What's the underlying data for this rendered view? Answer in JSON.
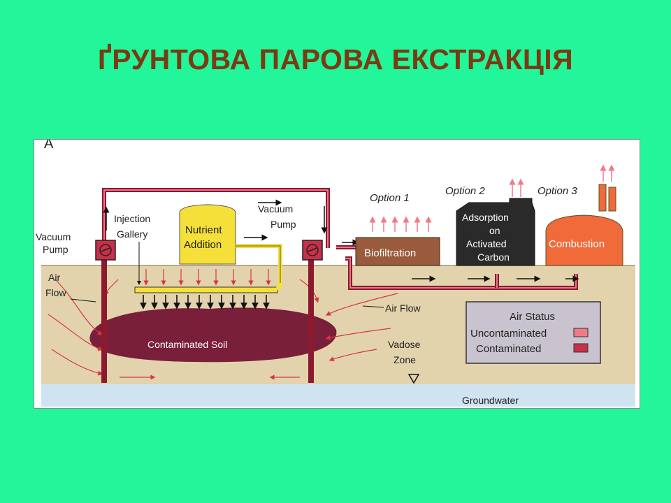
{
  "slide": {
    "title": "ҐРУНТОВА ПАРОВА ЕКСТРАКЦІЯ"
  },
  "diagram": {
    "panel_letter": "A",
    "labels": {
      "vacuum_pump_left_1": "Vacuum",
      "vacuum_pump_left_2": "Pump",
      "air_flow_left_1": "Air",
      "air_flow_left_2": "Flow",
      "injection_gallery_1": "Injection",
      "injection_gallery_2": "Gallery",
      "nutrient_1": "Nutrient",
      "nutrient_2": "Addition",
      "vacuum_pump_right_1": "Vacuum",
      "vacuum_pump_right_2": "Pump",
      "contaminated_soil": "Contaminated Soil",
      "air_flow_right": "Air Flow",
      "vadose_1": "Vadose",
      "vadose_2": "Zone",
      "groundwater": "Groundwater"
    },
    "options": [
      {
        "label": "Option 1",
        "unit_lines": [
          "Biofiltration"
        ]
      },
      {
        "label": "Option 2",
        "unit_lines": [
          "Adsorption",
          "on",
          "Activated",
          "Carbon"
        ]
      },
      {
        "label": "Option 3",
        "unit_lines": [
          "Combustion"
        ]
      }
    ],
    "legend": {
      "title": "Air Status",
      "items": [
        {
          "label": "Uncontaminated",
          "color": "#f07a88"
        },
        {
          "label": "Contaminated",
          "color": "#c8304a"
        }
      ]
    },
    "colors": {
      "background": "#22f59a",
      "title": "#7a3b12",
      "soil": "#e2d3ad",
      "groundwater": "#cfe4f0",
      "pipe": "#8b1a2e",
      "pipe_inner": "#e8768a",
      "contaminated_soil": "#7a1f3a",
      "nutrient_tank": "#f5e03a",
      "biofiltration": "#9a5a3c",
      "carbon": "#2a2a2a",
      "combustion": "#f06a3a",
      "legend_box": "#c9c3cf"
    }
  }
}
